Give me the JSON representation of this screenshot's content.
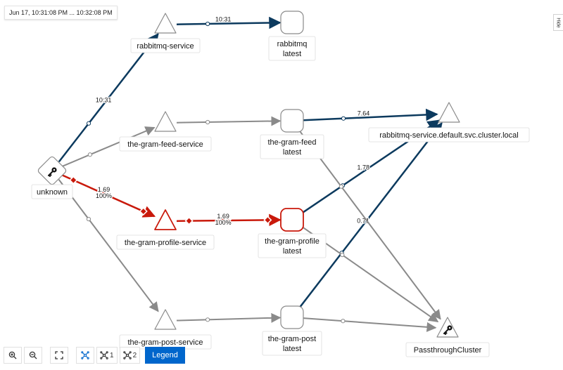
{
  "time_range": "Jun 17, 10:31:08 PM ... 10:32:08 PM",
  "hide_label": "Hide",
  "legend_label": "Legend",
  "layout_1_label": "1",
  "layout_2_label": "2",
  "colors": {
    "healthy": "#0c3a5e",
    "idle": "#8a8a8a",
    "error": "#c9190b"
  },
  "nodes": [
    {
      "id": "unknown",
      "label": [
        "unknown"
      ],
      "shape": "workload",
      "icon": "key-icon"
    },
    {
      "id": "rabbitmq-service",
      "label": [
        "rabbitmq-service"
      ],
      "shape": "service"
    },
    {
      "id": "feed-service",
      "label": [
        "the-gram-feed-service"
      ],
      "shape": "service"
    },
    {
      "id": "profile-service",
      "label": [
        "the-gram-profile-service"
      ],
      "shape": "service",
      "status": "error"
    },
    {
      "id": "post-service",
      "label": [
        "the-gram-post-service"
      ],
      "shape": "service"
    },
    {
      "id": "rabbitmq-latest",
      "label": [
        "rabbitmq",
        "latest"
      ],
      "shape": "app"
    },
    {
      "id": "feed-latest",
      "label": [
        "the-gram-feed",
        "latest"
      ],
      "shape": "app"
    },
    {
      "id": "profile-latest",
      "label": [
        "the-gram-profile",
        "latest"
      ],
      "shape": "app",
      "status": "error"
    },
    {
      "id": "post-latest",
      "label": [
        "the-gram-post",
        "latest"
      ],
      "shape": "app"
    },
    {
      "id": "rabbitmq-svc-local",
      "label": [
        "rabbitmq-service.default.svc.cluster.local"
      ],
      "shape": "service"
    },
    {
      "id": "passthrough",
      "label": [
        "PassthroughCluster"
      ],
      "shape": "service",
      "icon": "key-icon"
    }
  ],
  "edges": [
    {
      "from": "unknown",
      "to": "rabbitmq-service",
      "style": "healthy",
      "label": "10:31"
    },
    {
      "from": "rabbitmq-service",
      "to": "rabbitmq-latest",
      "style": "healthy",
      "label": "10:31"
    },
    {
      "from": "unknown",
      "to": "feed-service",
      "style": "idle"
    },
    {
      "from": "feed-service",
      "to": "feed-latest",
      "style": "idle"
    },
    {
      "from": "feed-latest",
      "to": "rabbitmq-svc-local",
      "style": "healthy",
      "label": "7.64"
    },
    {
      "from": "unknown",
      "to": "profile-service",
      "style": "error",
      "label": "1.69\n100%"
    },
    {
      "from": "profile-service",
      "to": "profile-latest",
      "style": "error",
      "label": "1.69\n100%"
    },
    {
      "from": "profile-latest",
      "to": "rabbitmq-svc-local",
      "style": "healthy",
      "label": "1.78"
    },
    {
      "from": "unknown",
      "to": "post-service",
      "style": "idle"
    },
    {
      "from": "post-service",
      "to": "post-latest",
      "style": "idle"
    },
    {
      "from": "post-latest",
      "to": "rabbitmq-svc-local",
      "style": "healthy",
      "label": "0.71"
    },
    {
      "from": "feed-latest",
      "to": "passthrough",
      "style": "idle"
    },
    {
      "from": "profile-latest",
      "to": "passthrough",
      "style": "idle"
    },
    {
      "from": "post-latest",
      "to": "passthrough",
      "style": "idle"
    }
  ]
}
